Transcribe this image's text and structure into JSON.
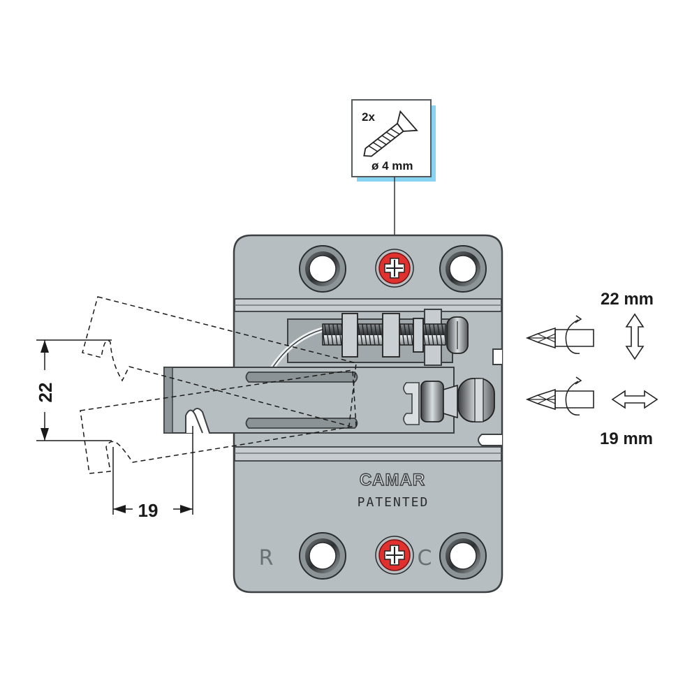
{
  "screw_box": {
    "quantity": "2x",
    "diameter": "ø 4 mm"
  },
  "plate": {
    "brand": "CAMAR",
    "patent": "PATENTED",
    "left_mark": "R",
    "right_mark": "C"
  },
  "dimensions": {
    "vertical_value": "22",
    "horizontal_value": "19"
  },
  "adjustments": {
    "vertical_range": "22 mm",
    "horizontal_range": "19 mm"
  },
  "colors": {
    "plate_fill": "#b7bec2",
    "plate_stroke": "#3c4043",
    "screw_red": "#e0312f",
    "box_shadow": "#87d3f2"
  }
}
